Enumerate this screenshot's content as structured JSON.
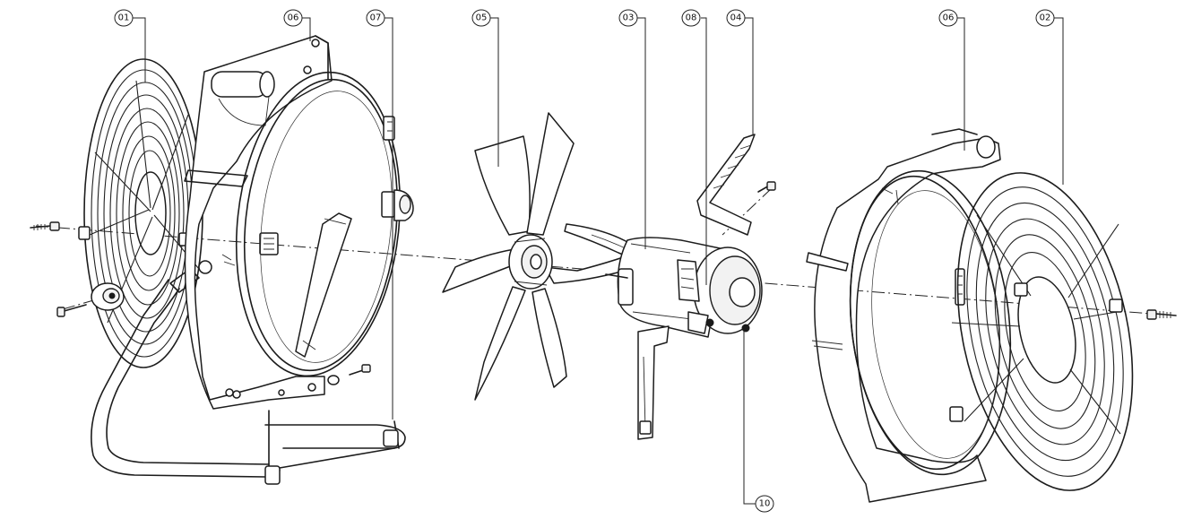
{
  "callouts": [
    {
      "id": "c01",
      "label": "01"
    },
    {
      "id": "c06a",
      "label": "06"
    },
    {
      "id": "c07",
      "label": "07"
    },
    {
      "id": "c05",
      "label": "05"
    },
    {
      "id": "c03",
      "label": "03"
    },
    {
      "id": "c08",
      "label": "08"
    },
    {
      "id": "c04",
      "label": "04"
    },
    {
      "id": "c06b",
      "label": "06"
    },
    {
      "id": "c02",
      "label": "02"
    },
    {
      "id": "c10",
      "label": "10"
    }
  ]
}
